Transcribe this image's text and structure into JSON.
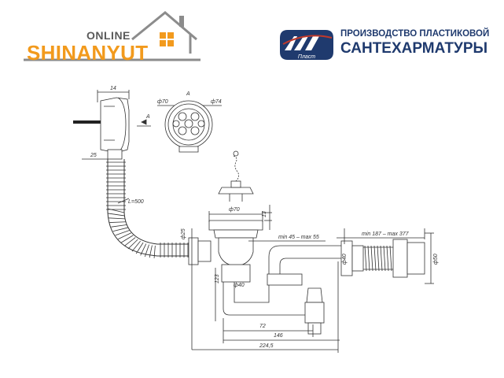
{
  "header": {
    "brand_prefix": "ONLINE",
    "brand_name": "SHINANYUT",
    "maker_logo_text": "Пласт",
    "maker_line1": "ПРОИЗВОДСТВО ПЛАСТИКОВОЙ",
    "maker_line2": "САНТЕХАРМАТУРЫ",
    "colors": {
      "orange": "#f29a1d",
      "gray": "#5a5a5a",
      "navy": "#1f3a6e"
    }
  },
  "drawing": {
    "dims": {
      "d14": "14",
      "d70_top": "ф70",
      "d74": "ф74",
      "view_a": "A",
      "arrow_a": "A",
      "d25_left": "25",
      "l500": "L=500",
      "d25_vert": "ф25",
      "d70_mid": "ф70",
      "d13": "13",
      "d123": "123",
      "d40_bottom": "ф40",
      "range_45_55": "min 45 – max 55",
      "range_187_377": "min 187 – max 377",
      "d40_right": "ф40",
      "d50": "ф50",
      "d72": "72",
      "d146": "146",
      "d224": "224,5"
    }
  }
}
